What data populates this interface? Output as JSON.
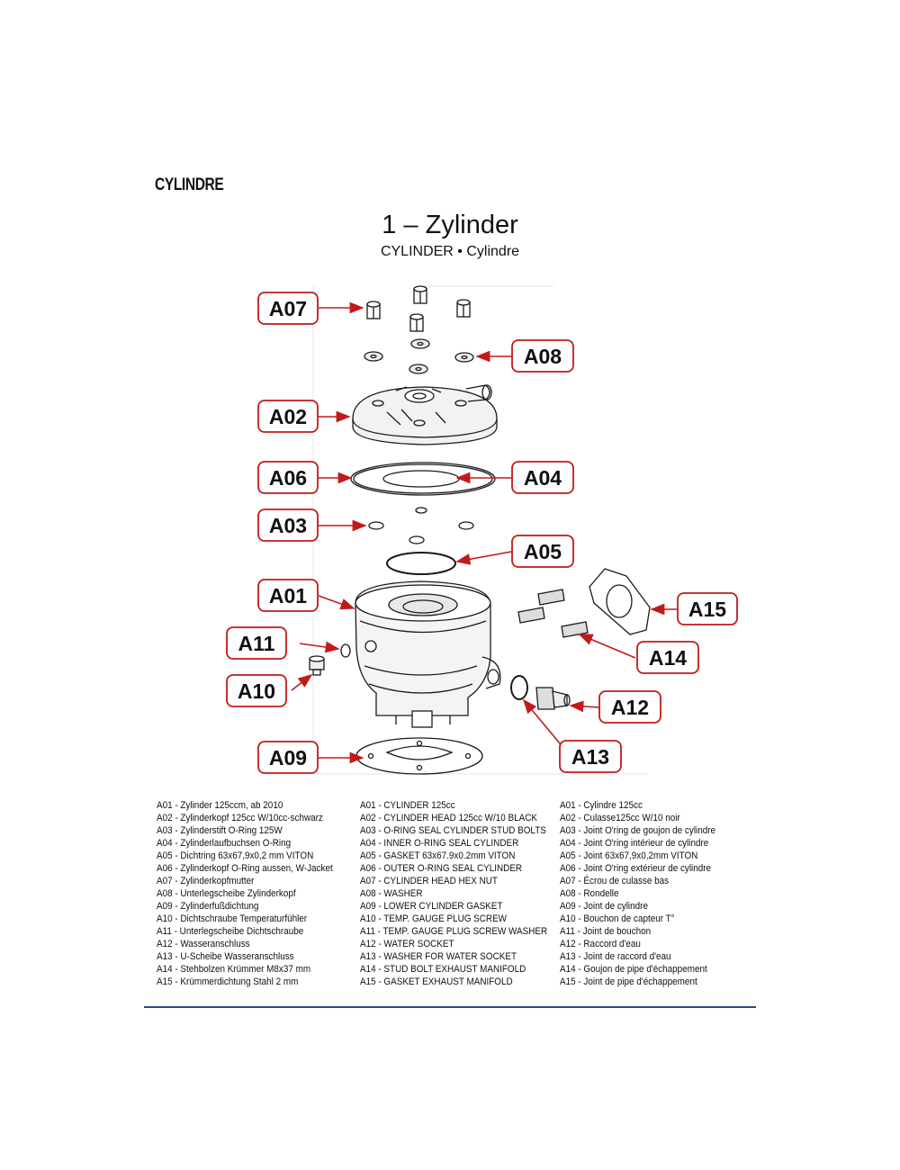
{
  "heading": "CYLINDRE",
  "title": "1 – Zylinder",
  "subtitle": "CYLINDER • Cylindre",
  "colors": {
    "callout_border": "#c21a1a",
    "arrow": "#c21a1a",
    "rule": "#2f4a78"
  },
  "callouts": {
    "A01": "A01",
    "A02": "A02",
    "A03": "A03",
    "A04": "A04",
    "A05": "A05",
    "A06": "A06",
    "A07": "A07",
    "A08": "A08",
    "A09": "A09",
    "A10": "A10",
    "A11": "A11",
    "A12": "A12",
    "A13": "A13",
    "A14": "A14",
    "A15": "A15"
  },
  "legend": {
    "de": [
      "A01 - Zylinder 125ccm, ab 2010",
      "A02 - Zylinderkopf 125cc W/10cc-schwarz",
      "A03 - Zylinderstift O-Ring 125W",
      "A04 - Zylinderlaufbuchsen O-Ring",
      "A05 - Dichtring 63x67,9x0,2 mm VITON",
      "A06 - Zylinderkopf O-Ring aussen, W-Jacket",
      "A07 - Zylinderkopfmutter",
      "A08 - Unterlegscheibe Zylinderkopf",
      "A09 - Zylinderfußdichtung",
      "A10 - Dichtschraube Temperaturfühler",
      "A11 - Unterlegscheibe Dichtschraube",
      "A12 - Wasseranschluss",
      "A13 - U-Scheibe Wasseranschluss",
      "A14 - Stehbolzen Krümmer M8x37 mm",
      "A15 - Krümmerdichtung Stahl 2 mm"
    ],
    "en": [
      "A01 - CYLINDER 125cc",
      "A02 - CYLINDER HEAD 125cc W/10 BLACK",
      "A03 - O-RING SEAL CYLINDER STUD BOLTS",
      "A04 - INNER O-RING SEAL CYLINDER",
      "A05 - GASKET 63x67.9x0.2mm VITON",
      "A06 - OUTER O-RING SEAL CYLINDER",
      "A07 - CYLINDER HEAD HEX NUT",
      "A08 - WASHER",
      "A09 - LOWER CYLINDER GASKET",
      "A10 - TEMP. GAUGE PLUG SCREW",
      "A11 - TEMP. GAUGE PLUG SCREW WASHER",
      "A12 - WATER SOCKET",
      "A13 - WASHER FOR WATER SOCKET",
      "A14 - STUD BOLT EXHAUST MANIFOLD",
      "A15 - GASKET EXHAUST MANIFOLD"
    ],
    "fr": [
      "A01 - Cylindre 125cc",
      "A02 - Culasse125cc W/10 noir",
      "A03 - Joint O'ring de goujon de cylindre",
      "A04 - Joint O'ring intérieur de cylindre",
      "A05 - Joint 63x67,9x0,2mm VITON",
      "A06 - Joint O'ring extérieur de cylindre",
      "A07 - Écrou de culasse bas",
      "A08 - Rondelle",
      "A09 - Joint de cylindre",
      "A10 - Bouchon de capteur T°",
      "A11 - Joint de bouchon",
      "A12 - Raccord d'eau",
      "A13 - Joint de raccord d'eau",
      "A14 - Goujon de pipe d'échappement",
      "A15 - Joint de pipe d'échappement"
    ]
  }
}
